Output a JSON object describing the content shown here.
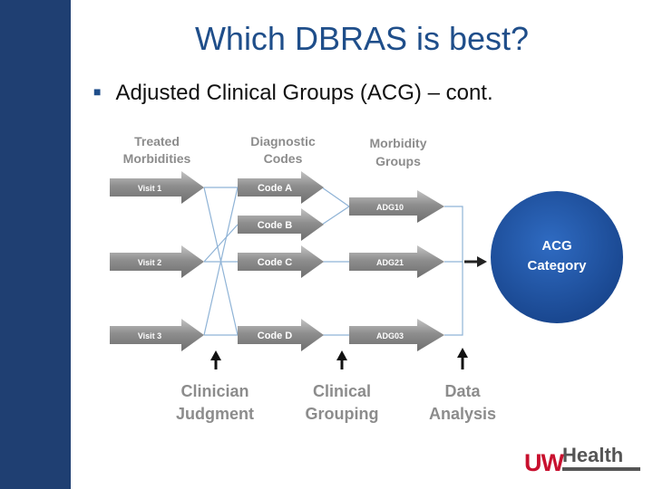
{
  "slide": {
    "title": "Which DBRAS is best?",
    "bullet": "Adjusted Clinical Groups (ACG) – cont."
  },
  "diagram": {
    "column_headers": [
      {
        "line1": "Treated",
        "line2": "Morbidities"
      },
      {
        "line1": "Diagnostic",
        "line2": "Codes"
      },
      {
        "line1": "Morbidity",
        "line2": "Groups"
      }
    ],
    "visits": [
      "Visit 1",
      "Visit 2",
      "Visit 3"
    ],
    "codes": [
      "Code A",
      "Code B",
      "Code C",
      "Code D"
    ],
    "groups": [
      "ADG10",
      "ADG21",
      "ADG03"
    ],
    "category": {
      "line1": "ACG",
      "line2": "Category"
    },
    "bottom_labels": [
      {
        "line1": "Clinician",
        "line2": "Judgment"
      },
      {
        "line1": "Clinical",
        "line2": "Grouping"
      },
      {
        "line1": "Data",
        "line2": "Analysis"
      }
    ]
  },
  "logo": {
    "uw": "UW",
    "health": "Health"
  },
  "colors": {
    "title": "#1f4e8a",
    "left_bar": "#1f3f72",
    "header_text": "#8c8c8c",
    "circle": "#1d54a6",
    "logo_red": "#c8102e",
    "logo_grey": "#555555"
  }
}
